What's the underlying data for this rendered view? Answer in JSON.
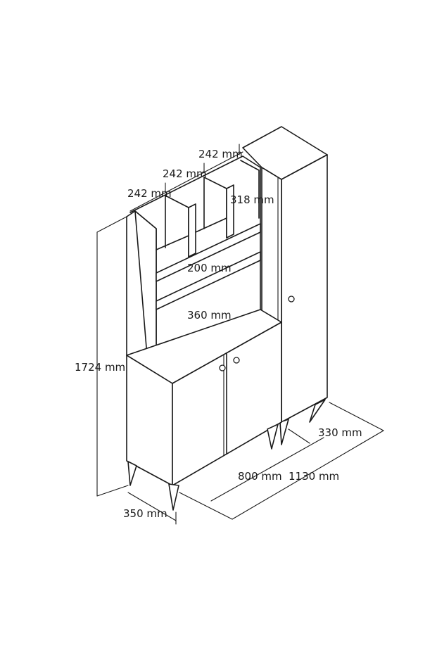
{
  "dimensions": {
    "width_shelf_top": "242 mm",
    "width_shelf_mid": "242 mm",
    "width_shelf_left": "242 mm",
    "shelf_height_top": "318 mm",
    "shelf_height_mid": "200 mm",
    "shelf_height_low": "360 mm",
    "total_height": "1724 mm",
    "depth_main": "350 mm",
    "depth_side": "330 mm",
    "width_cabinet": "800 mm",
    "width_total": "1130 mm"
  }
}
